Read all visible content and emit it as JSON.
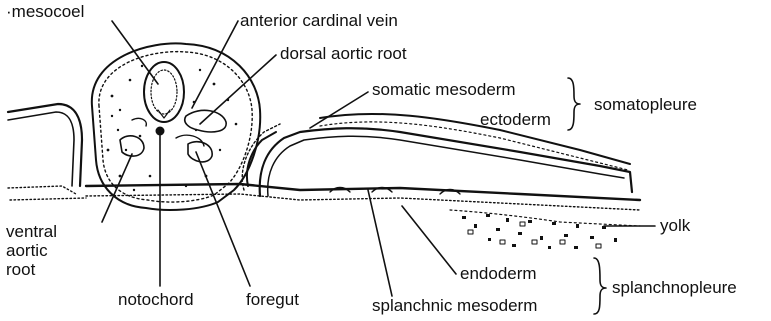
{
  "labels": {
    "mesocoel": "·mesocoel",
    "anterior_cardinal_vein": "anterior cardinal vein",
    "dorsal_aortic_root": "dorsal aortic root",
    "somatic_mesoderm": "somatic mesoderm",
    "ectoderm": "ectoderm",
    "somatopleure": "somatopleure",
    "yolk": "yolk",
    "ventral_aortic_root": [
      "ventral",
      "aortic",
      "root"
    ],
    "notochord": "notochord",
    "foregut": "foregut",
    "endoderm": "endoderm",
    "splanchnic_mesoderm": "splanchnic mesoderm",
    "splanchnopleure": "splanchnopleure"
  },
  "colors": {
    "ink": "#111111",
    "background": "#ffffff"
  }
}
